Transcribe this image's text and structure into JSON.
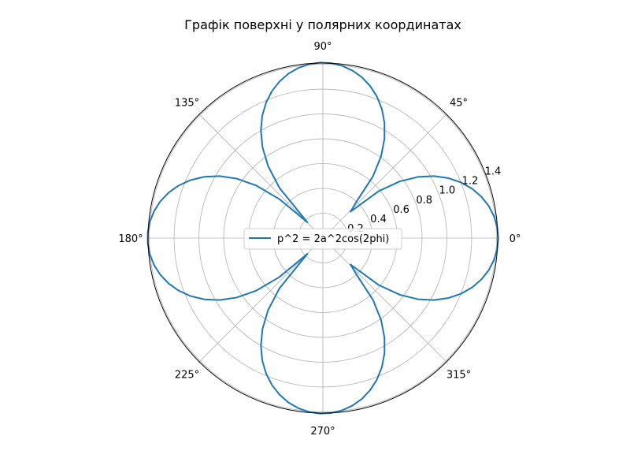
{
  "chart_data": {
    "type": "line",
    "projection": "polar",
    "title": "Графік поверхні у полярних координатах",
    "angle_tick_labels": [
      "0°",
      "45°",
      "90°",
      "135°",
      "180°",
      "225°",
      "270°",
      "315°"
    ],
    "angle_ticks_deg": [
      0,
      45,
      90,
      135,
      180,
      225,
      270,
      315
    ],
    "radial_tick_labels": [
      "0.2",
      "0.4",
      "0.6",
      "0.8",
      "1.0",
      "1.2",
      "1.4"
    ],
    "radial_ticks": [
      0.2,
      0.4,
      0.6,
      0.8,
      1.0,
      1.2,
      1.4
    ],
    "rlim": [
      0,
      1.41
    ],
    "grid": true,
    "legend_position": "center",
    "series": [
      {
        "name": "p^2 = 2a^2cos(2phi)",
        "color": "#1f77b4",
        "equation": {
          "a": 1,
          "sample_points": 100
        }
      }
    ]
  }
}
